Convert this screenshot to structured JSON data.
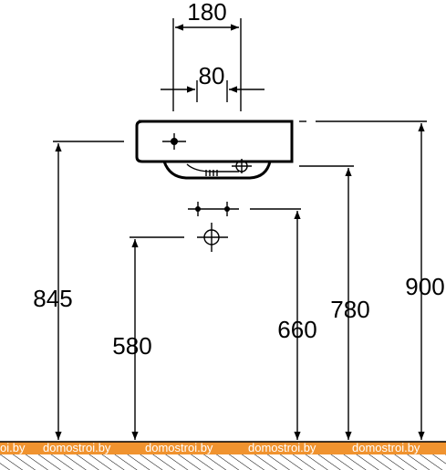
{
  "dimensions": {
    "width_top": "180",
    "width_mid": "80",
    "h_845": "845",
    "h_580": "580",
    "h_660": "660",
    "h_780": "780",
    "h_900": "900"
  },
  "watermark": {
    "text": "domostroi.by",
    "partial_left": "oi.by",
    "band_color": "#f0932f"
  }
}
